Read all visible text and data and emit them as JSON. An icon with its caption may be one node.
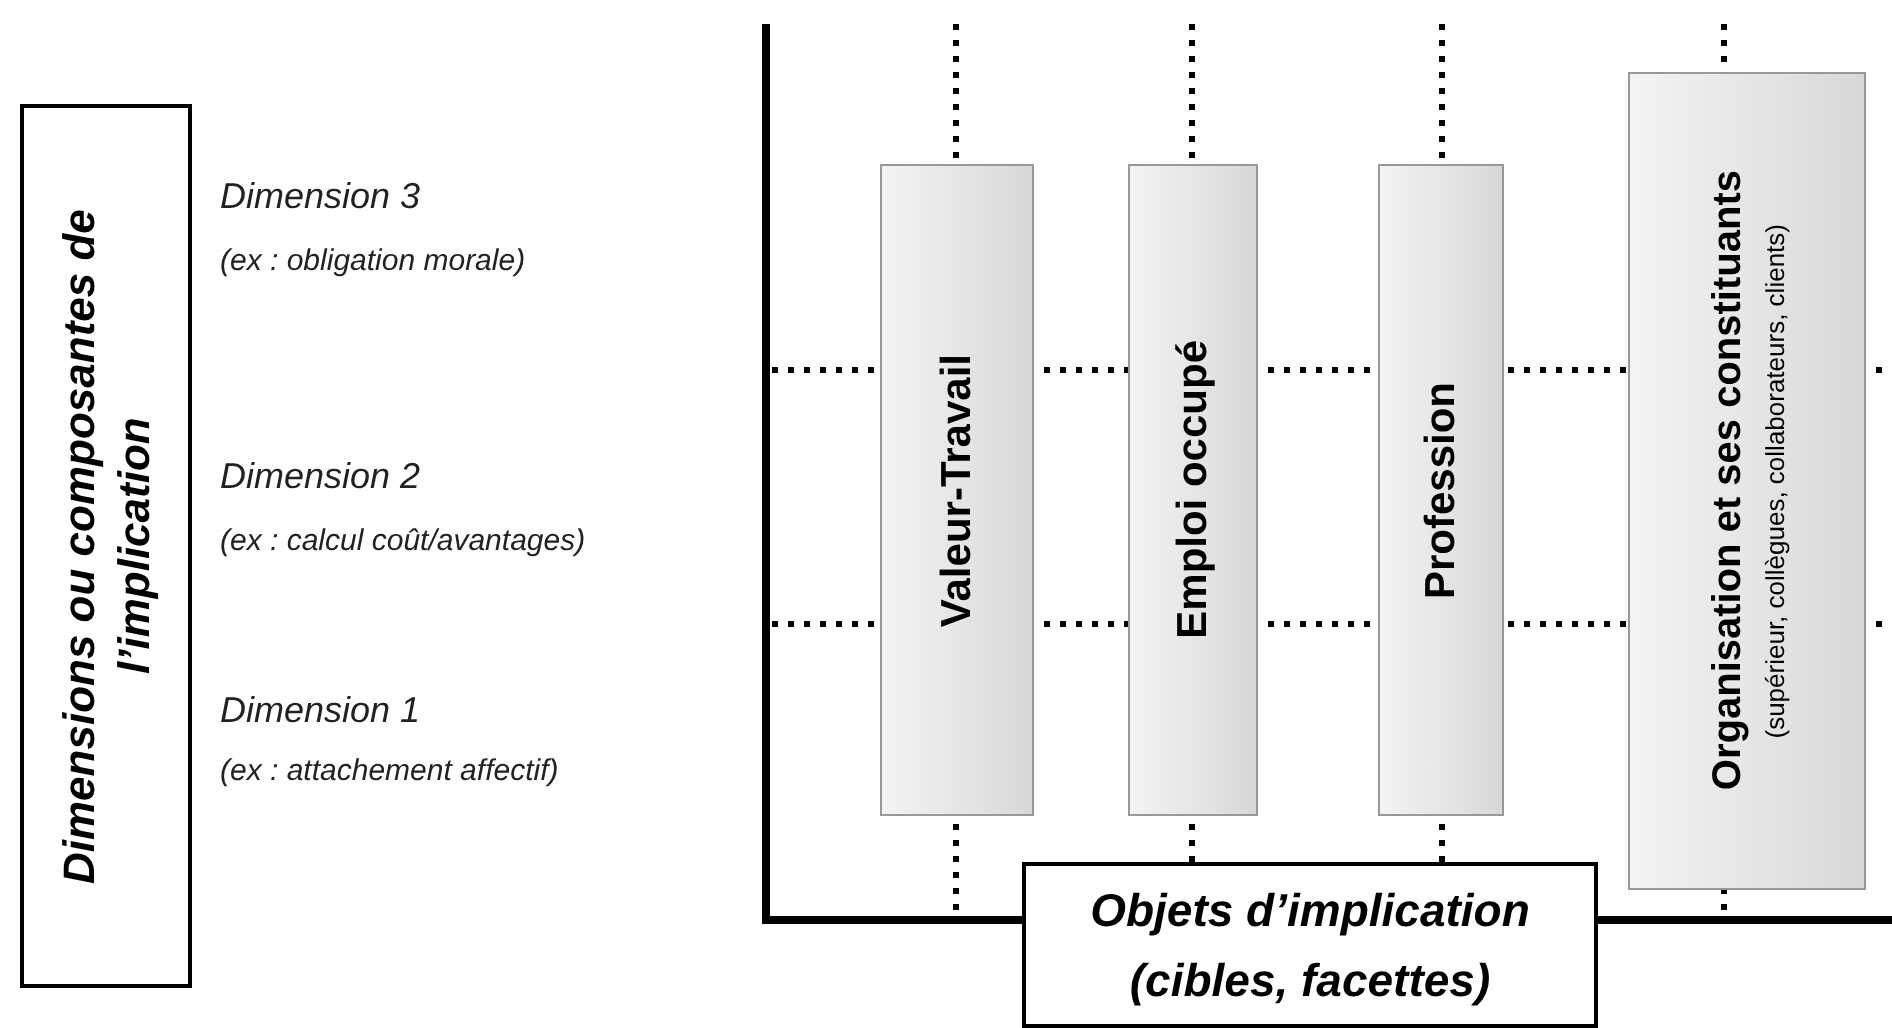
{
  "diagram": {
    "nodes": [
      {
        "text": [
          "Dimensions ou composantes de l’implication"
        ]
      },
      {
        "text": [
          "Valeur-Travail"
        ]
      },
      {
        "text": [
          "Emploi occupé"
        ]
      },
      {
        "text": [
          "Profession"
        ]
      },
      {
        "text": [
          "Organisation et ses constituants",
          "(supérieur, collègues, collaborateurs, clients)"
        ]
      },
      {
        "text": [
          "Objets d’implication (cibles, facettes)"
        ]
      }
    ],
    "edges": [],
    "labels": [
      "Dimension 3",
      "(ex : obligation morale)",
      "Dimension 2",
      "(ex : calcul coût/avantages)",
      "Dimension 1",
      "(ex : attachement affectif)"
    ]
  }
}
